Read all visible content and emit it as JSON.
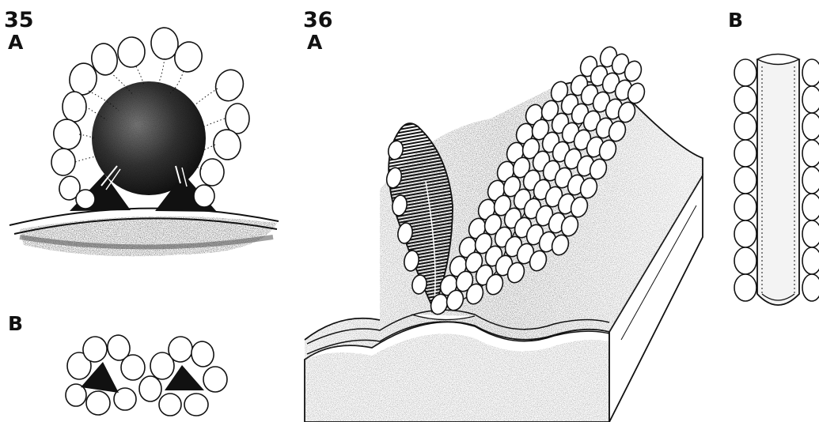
{
  "figure_35": {
    "number": "35",
    "panel_a": "A",
    "panel_b": "B"
  },
  "figure_36": {
    "number": "36",
    "panel_a": "A",
    "panel_b": "B"
  },
  "colors": {
    "ink": "#111111",
    "paper": "#ffffff"
  }
}
